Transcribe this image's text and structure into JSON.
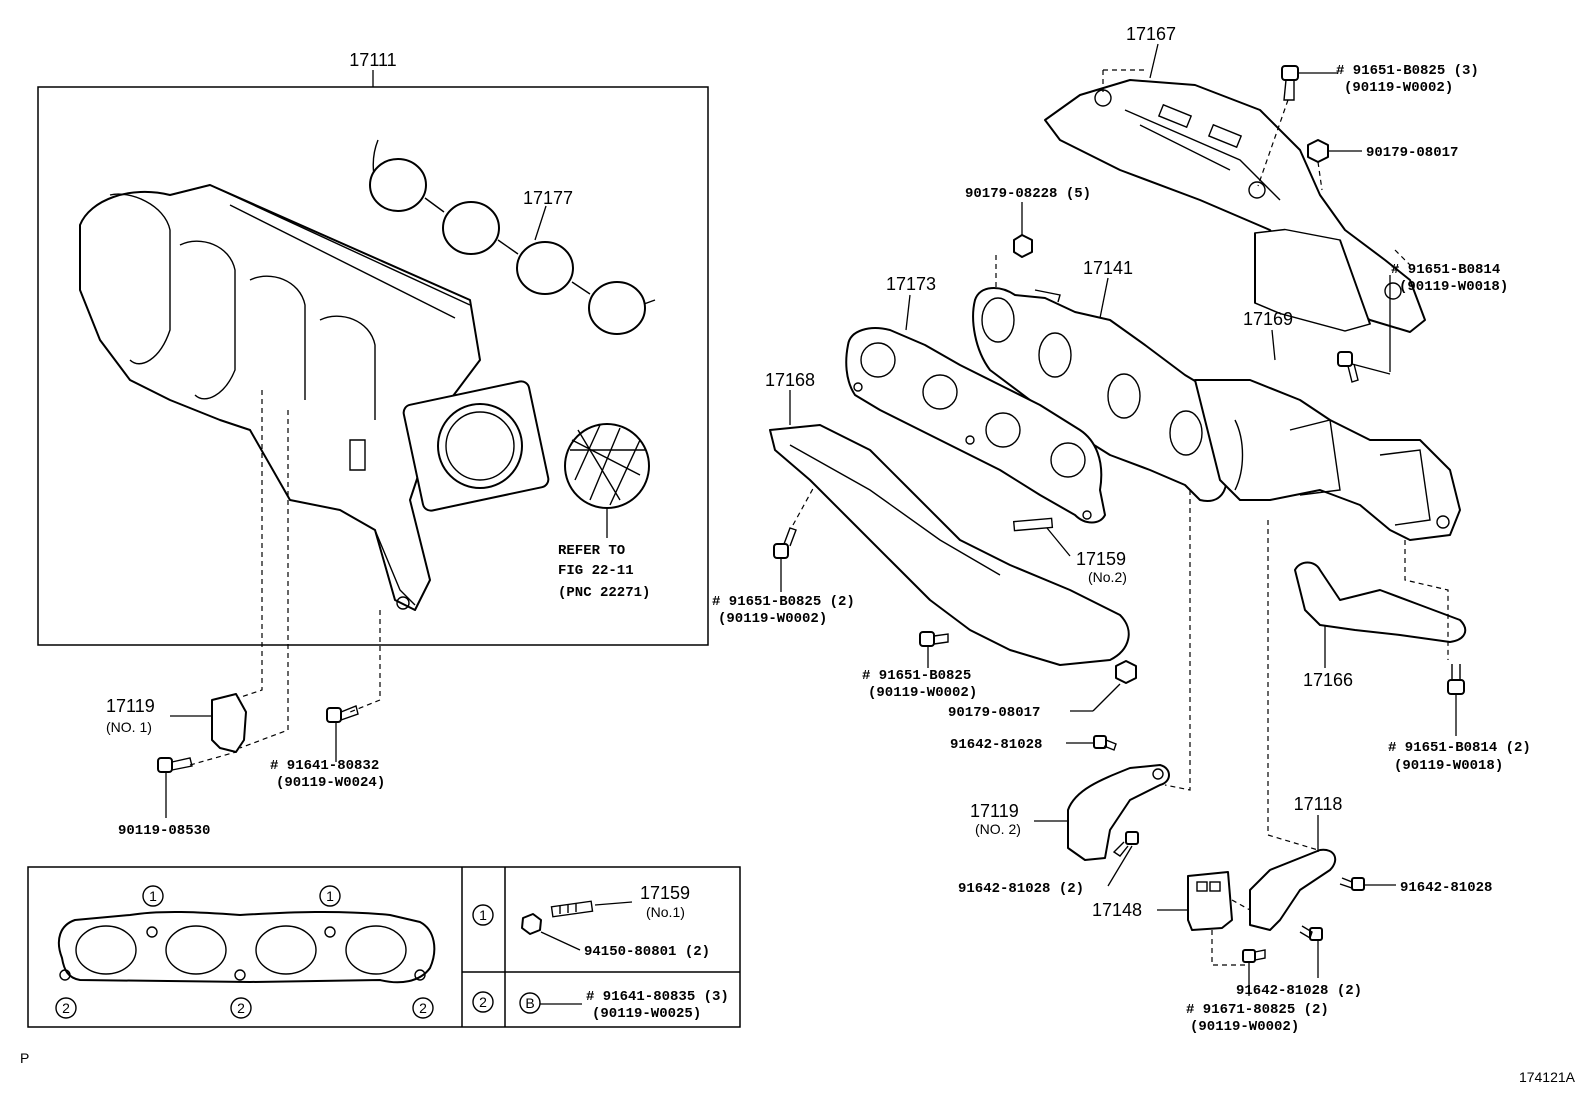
{
  "intake_group": {
    "manifold_no": "17111",
    "gasket_no": "17177",
    "refer_line1": "REFER TO",
    "refer_line2": "FIG 22-11",
    "refer_line3": "(PNC 22271)",
    "bracket1_no": "17119",
    "bracket1_sub": "(NO. 1)",
    "bolt_a": "90119-08530",
    "bolt_b_line1": "# 91641-80832",
    "bolt_b_line2": "(90119-W0024)"
  },
  "exhaust_group": {
    "heat_insulator_upper": "17167",
    "bolt_upper_line1": "# 91651-B0825 (3)",
    "bolt_upper_line2": "(90119-W0002)",
    "nut_upper": "90179-08017",
    "nut_5": "90179-08228 (5)",
    "manifold_no": "17141",
    "gasket_no": "17173",
    "insulator_169": "17169",
    "bolt_169_line1": "# 91651-B0814",
    "bolt_169_line2": "(90119-W0018)",
    "insulator_168": "17168",
    "stud_no": "17159",
    "stud_sub": "(No.2)",
    "bolt_168_line1": "# 91651-B0825 (2)",
    "bolt_168_line2": "(90119-W0002)",
    "bolt_mid_line1": "# 91651-B0825",
    "bolt_mid_line2": "(90119-W0002)",
    "nut_mid": "90179-08017",
    "insulator_166": "17166",
    "bolt_166_line1": "# 91651-B0814 (2)",
    "bolt_166_line2": "(90119-W0018)",
    "bolt_a": "91642-81028",
    "bracket2_no": "17119",
    "bracket2_sub": "(NO. 2)",
    "bolt_b": "91642-81028 (2)",
    "bracket118": "17118",
    "bolt_c": "91642-81028",
    "bracket148": "17148",
    "bolt_d": "91642-81028 (2)",
    "bolt_e_line1": "# 91671-80825 (2)",
    "bolt_e_line2": "(90119-W0002)"
  },
  "legend": {
    "marker1": "1",
    "marker2": "2",
    "marker_b": "B",
    "stud_no": "17159",
    "stud_sub": "(No.1)",
    "nut": "94150-80801 (2)",
    "bolt_line1": "# 91641-80835 (3)",
    "bolt_line2": "(90119-W0025)"
  },
  "footer": {
    "left_mark": "P",
    "figure_id": "174121A"
  }
}
